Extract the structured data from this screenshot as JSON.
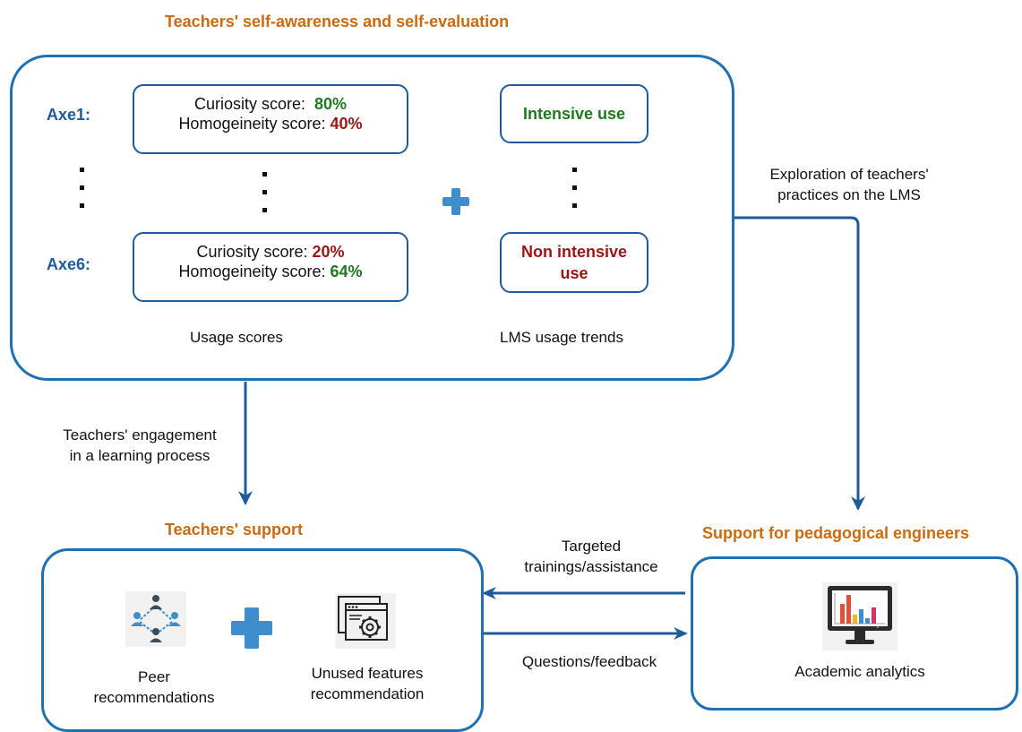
{
  "top_title": "Teachers' self-awareness and self-evaluation",
  "axes": [
    {
      "label": "Axe1:",
      "curiosity_label": "Curiosity score:",
      "curiosity_value": "80%",
      "curiosity_color": "#1f7a1f",
      "homogeneity_label": "Homogeineity score:",
      "homogeneity_value": "40%",
      "homogeneity_color": "#9e1414",
      "trend": "Intensive use",
      "trend_color": "#1f7a1f"
    },
    {
      "label": "Axe6:",
      "curiosity_label": "Curiosity score:",
      "curiosity_value": "20%",
      "curiosity_color": "#9e1414",
      "homogeneity_label": "Homogeineity score:",
      "homogeneity_value": "64%",
      "homogeneity_color": "#1f7a1f",
      "trend_line1": "Non intensive",
      "trend_line2": "use",
      "trend_color": "#9e1414"
    }
  ],
  "usage_scores_label": "Usage scores",
  "lms_trends_label": "LMS usage trends",
  "exploration_label": [
    "Exploration of teachers'",
    "practices on the LMS"
  ],
  "engagement_label": [
    "Teachers' engagement",
    "in a learning process"
  ],
  "support_title": "Teachers' support",
  "engineers_title": "Support for pedagogical engineers",
  "peer_label": [
    "Peer",
    "recommendations"
  ],
  "unused_label": [
    "Unused features",
    "recommendation"
  ],
  "targeted_label": [
    "Targeted",
    "trainings/assistance"
  ],
  "questions_label": "Questions/feedback",
  "analytics_label": "Academic analytics",
  "colors": {
    "accent_blue": "#3a78b5",
    "arrow_blue": "#1f5b9a",
    "title_orange": "#cc6a0e",
    "plus_blue": "#3e8ecb"
  },
  "icons": [
    "plus-icon",
    "people-network-icon",
    "settings-window-icon",
    "monitor-chart-icon"
  ]
}
